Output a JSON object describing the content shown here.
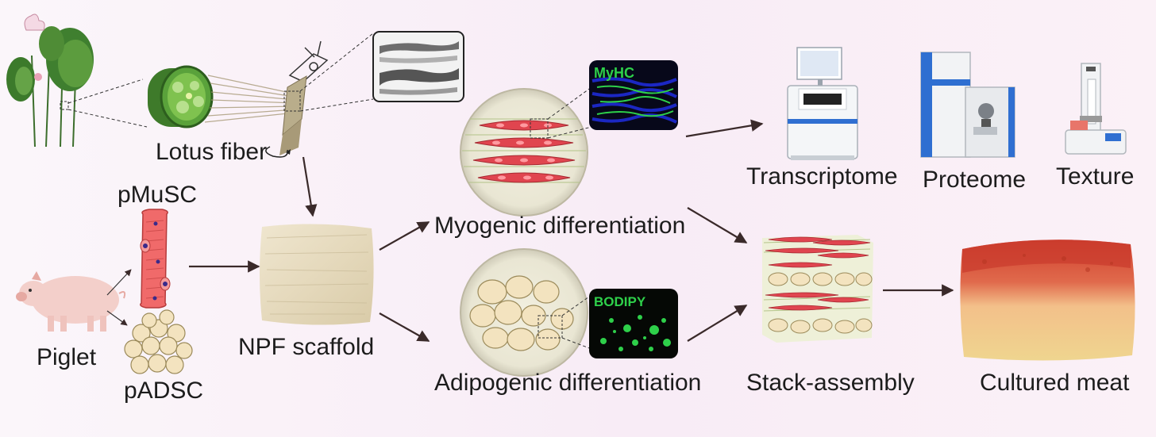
{
  "labels": {
    "lotus_fiber": "Lotus fiber",
    "pmusc": "pMuSC",
    "padsc": "pADSC",
    "piglet": "Piglet",
    "npf_scaffold": "NPF scaffold",
    "myogenic": "Myogenic differentiation",
    "adipogenic": "Adipogenic differentiation",
    "transcriptome": "Transcriptome",
    "proteome": "Proteome",
    "texture": "Texture",
    "stack_assembly": "Stack-assembly",
    "cultured_meat": "Cultured meat"
  },
  "stains": {
    "myhc": "MyHC",
    "bodipy": "BODIPY"
  },
  "colors": {
    "background": "#f8ecf6",
    "arrow": "#3a2a2a",
    "muscle_cell": "#e0454f",
    "fat_cell": "#f3e3bf",
    "fluor_blue": "#1e2bd6",
    "fluor_green": "#2ed04a",
    "meat_red": "#d8503e",
    "meat_fat": "#f0c98a"
  }
}
